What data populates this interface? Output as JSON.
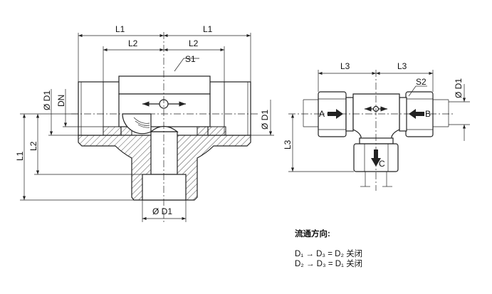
{
  "left_view": {
    "dims": {
      "l1_top_left": "L1",
      "l1_top_right": "L1",
      "l2_top_left": "L2",
      "l2_top_right": "L2",
      "s1": "S1",
      "d1_left": "Ø D1",
      "dn": "DN",
      "d1_right": "Ø D1",
      "l2_vert": "L2",
      "l1_vert": "L1",
      "d1_bottom": "Ø D1"
    }
  },
  "right_view": {
    "dims": {
      "l3_left": "L3",
      "l3_right": "L3",
      "s2": "S2",
      "d1": "Ø D1",
      "l3_vert": "L3"
    },
    "ports": {
      "a": "A",
      "b": "B",
      "c": "C"
    }
  },
  "notes": {
    "title": "流通方向:",
    "line1": "D₁ → D₃ = D₂ 关闭",
    "line2": "D₂ → D₃ = D₁ 关闭"
  }
}
